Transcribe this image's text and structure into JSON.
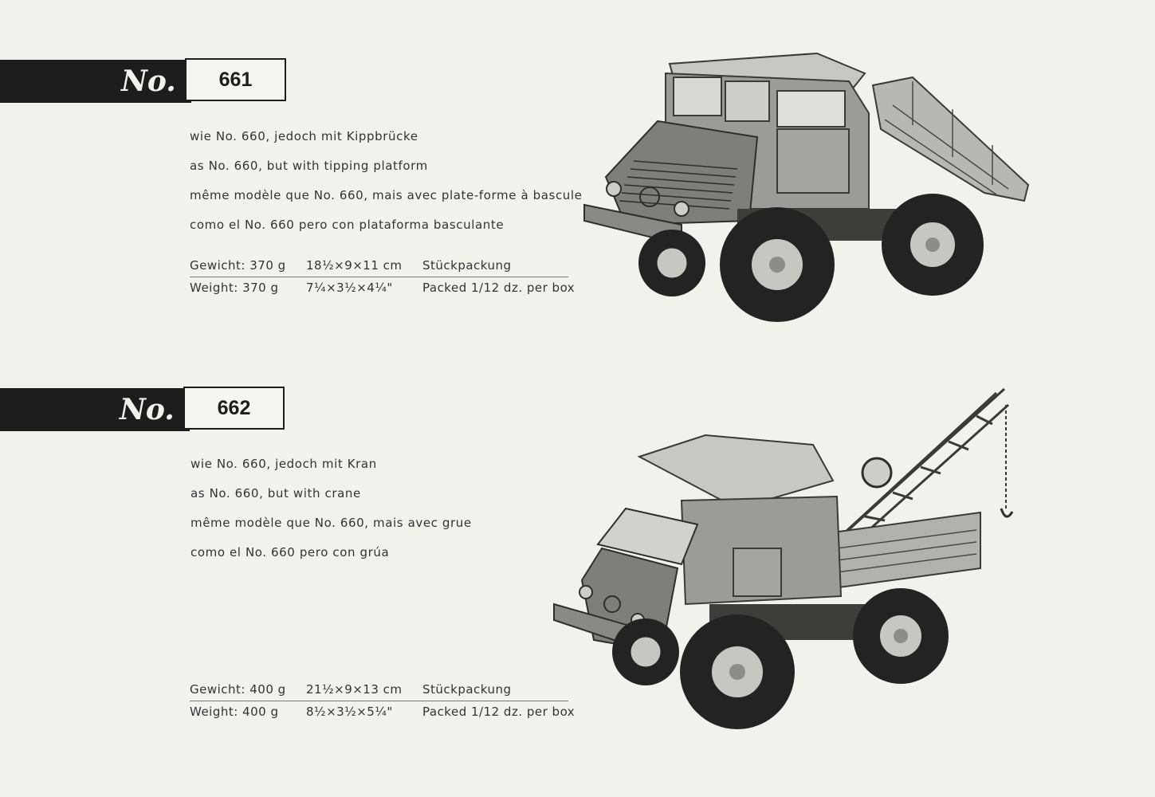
{
  "entries": [
    {
      "no_label": "No.",
      "number": "661",
      "description": [
        "wie No. 660, jedoch mit Kippbrücke",
        "as No. 660, but with tipping platform",
        "même modèle que No. 660, mais avec plate-forme à bascule",
        "como el No. 660 pero con plataforma basculante"
      ],
      "specs": {
        "german": {
          "weight": "Gewicht: 370 g",
          "size": "18½×9×11 cm",
          "packing": "Stückpackung"
        },
        "english": {
          "weight": "Weight: 370 g",
          "size": "7¼×3½×4¼\"",
          "packing": "Packed 1/12 dz. per box"
        }
      },
      "image_icon": "unimog-tipper-truck-illustration"
    },
    {
      "no_label": "No.",
      "number": "662",
      "description": [
        "wie No. 660, jedoch mit Kran",
        "as No. 660, but with crane",
        "même modèle que No. 660, mais avec grue",
        "como el No. 660 pero con grúa"
      ],
      "specs": {
        "german": {
          "weight": "Gewicht: 400 g",
          "size": "21½×9×13 cm",
          "packing": "Stückpackung"
        },
        "english": {
          "weight": "Weight: 400 g",
          "size": "8½×3½×5¼\"",
          "packing": "Packed 1/12 dz. per box"
        }
      },
      "image_icon": "unimog-crane-truck-illustration"
    }
  ],
  "colors": {
    "paper": "#f3f1ec",
    "ink": "#1e1d1b",
    "metal": "#8d8c89"
  }
}
